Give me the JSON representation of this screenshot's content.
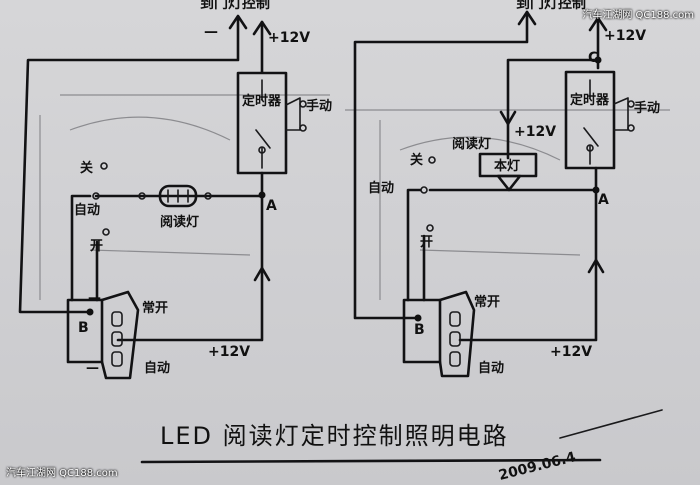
{
  "watermarks": {
    "top_right": "汽车江湖网 QC188.com",
    "bottom_left": "汽车江湖网 QC188.com"
  },
  "left_circuit": {
    "top_label": "到门灯控制",
    "minus_sign": "—",
    "plus12v_top": "+12V",
    "timer_label": "定时器",
    "manual_label": "手动",
    "off_label": "关",
    "auto_label": "自动",
    "on_label": "开",
    "lamp_label": "阅读灯",
    "node_a": "A",
    "node_b": "B",
    "always_on_label": "常开",
    "auto_bottom_label": "自动",
    "plus12v_bottom": "+12V",
    "switch_marks": [
      "—",
      "—"
    ]
  },
  "right_circuit": {
    "top_label": "到门灯控制",
    "plus12v_top": "+12V",
    "node_c": "C",
    "timer_label": "定时器",
    "manual_label": "手动",
    "lamp_label": "阅读灯",
    "lamp_plus12v": "+12V",
    "original_label": "本灯",
    "off_label": "关",
    "auto_label": "自动",
    "on_label": "开",
    "node_a": "A",
    "node_b": "B",
    "always_on_label": "常开",
    "auto_bottom_label": "自动",
    "plus12v_bottom": "+12V"
  },
  "title": "LED 阅读灯定时控制照明电路",
  "date": "2009.06.4"
}
